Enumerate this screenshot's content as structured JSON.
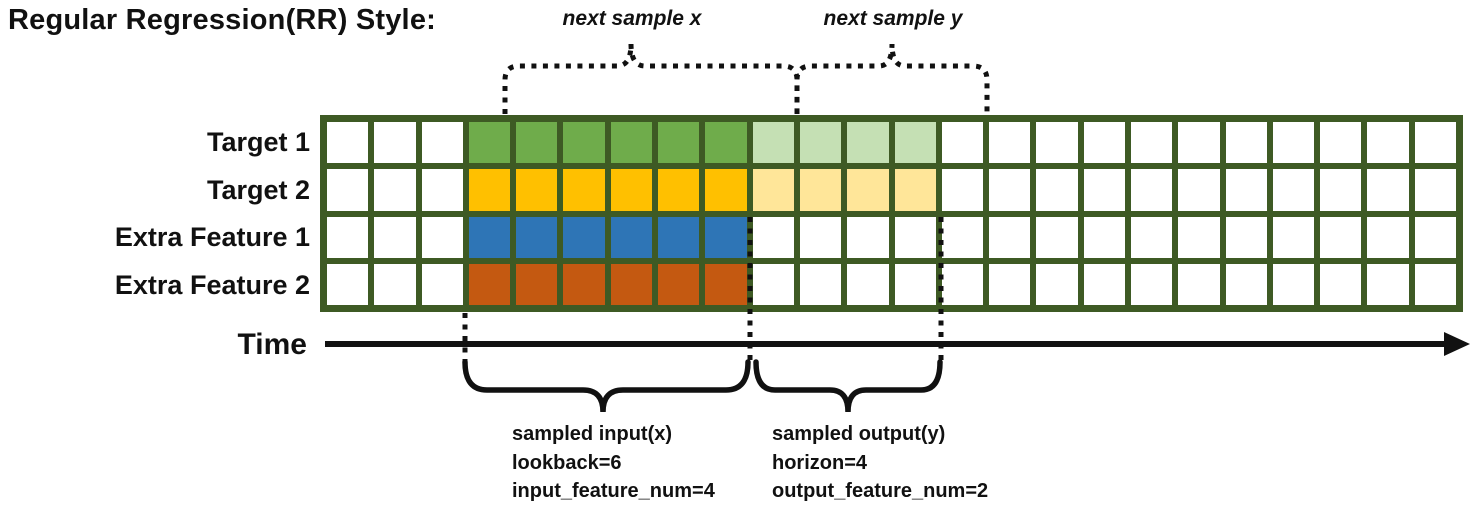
{
  "title": "Regular Regression(RR) Style:",
  "annotations": {
    "next_sample_x": "next sample x",
    "next_sample_y": "next sample y",
    "time_label": "Time"
  },
  "grid": {
    "columns": 24,
    "border_color": "#3e5a24",
    "row_labels": [
      "Target 1",
      "Target 2",
      "Extra Feature 1",
      "Extra Feature 2"
    ],
    "rows": [
      {
        "label": "Target 1",
        "segments": [
          {
            "count": 3,
            "color": "#ffffff",
            "meaning": "past-unsampled"
          },
          {
            "count": 6,
            "color": "#6fac4b",
            "meaning": "sampled-input"
          },
          {
            "count": 4,
            "color": "#c5e0b4",
            "meaning": "sampled-output"
          },
          {
            "count": 11,
            "color": "#ffffff",
            "meaning": "future-unsampled"
          }
        ]
      },
      {
        "label": "Target 2",
        "segments": [
          {
            "count": 3,
            "color": "#ffffff",
            "meaning": "past-unsampled"
          },
          {
            "count": 6,
            "color": "#ffc000",
            "meaning": "sampled-input"
          },
          {
            "count": 4,
            "color": "#ffe699",
            "meaning": "sampled-output"
          },
          {
            "count": 11,
            "color": "#ffffff",
            "meaning": "future-unsampled"
          }
        ]
      },
      {
        "label": "Extra Feature 1",
        "segments": [
          {
            "count": 3,
            "color": "#ffffff",
            "meaning": "past-unsampled"
          },
          {
            "count": 6,
            "color": "#2e75b6",
            "meaning": "sampled-input"
          },
          {
            "count": 15,
            "color": "#ffffff",
            "meaning": "unsampled"
          }
        ]
      },
      {
        "label": "Extra Feature 2",
        "segments": [
          {
            "count": 3,
            "color": "#ffffff",
            "meaning": "past-unsampled"
          },
          {
            "count": 6,
            "color": "#c45911",
            "meaning": "sampled-input"
          },
          {
            "count": 15,
            "color": "#ffffff",
            "meaning": "unsampled"
          }
        ]
      }
    ]
  },
  "legend_blocks": {
    "input": {
      "lines": [
        "sampled input(x)",
        "lookback=6",
        "input_feature_num=4"
      ]
    },
    "output": {
      "lines": [
        "sampled output(y)",
        "horizon=4",
        "output_feature_num=2"
      ]
    }
  },
  "colors": {
    "grid_border": "#3e5a24",
    "input_target1": "#6fac4b",
    "input_target2": "#ffc000",
    "input_extra1": "#2e75b6",
    "input_extra2": "#c45911",
    "output_target1": "#c5e0b4",
    "output_target2": "#ffe699",
    "line": "#111111"
  }
}
